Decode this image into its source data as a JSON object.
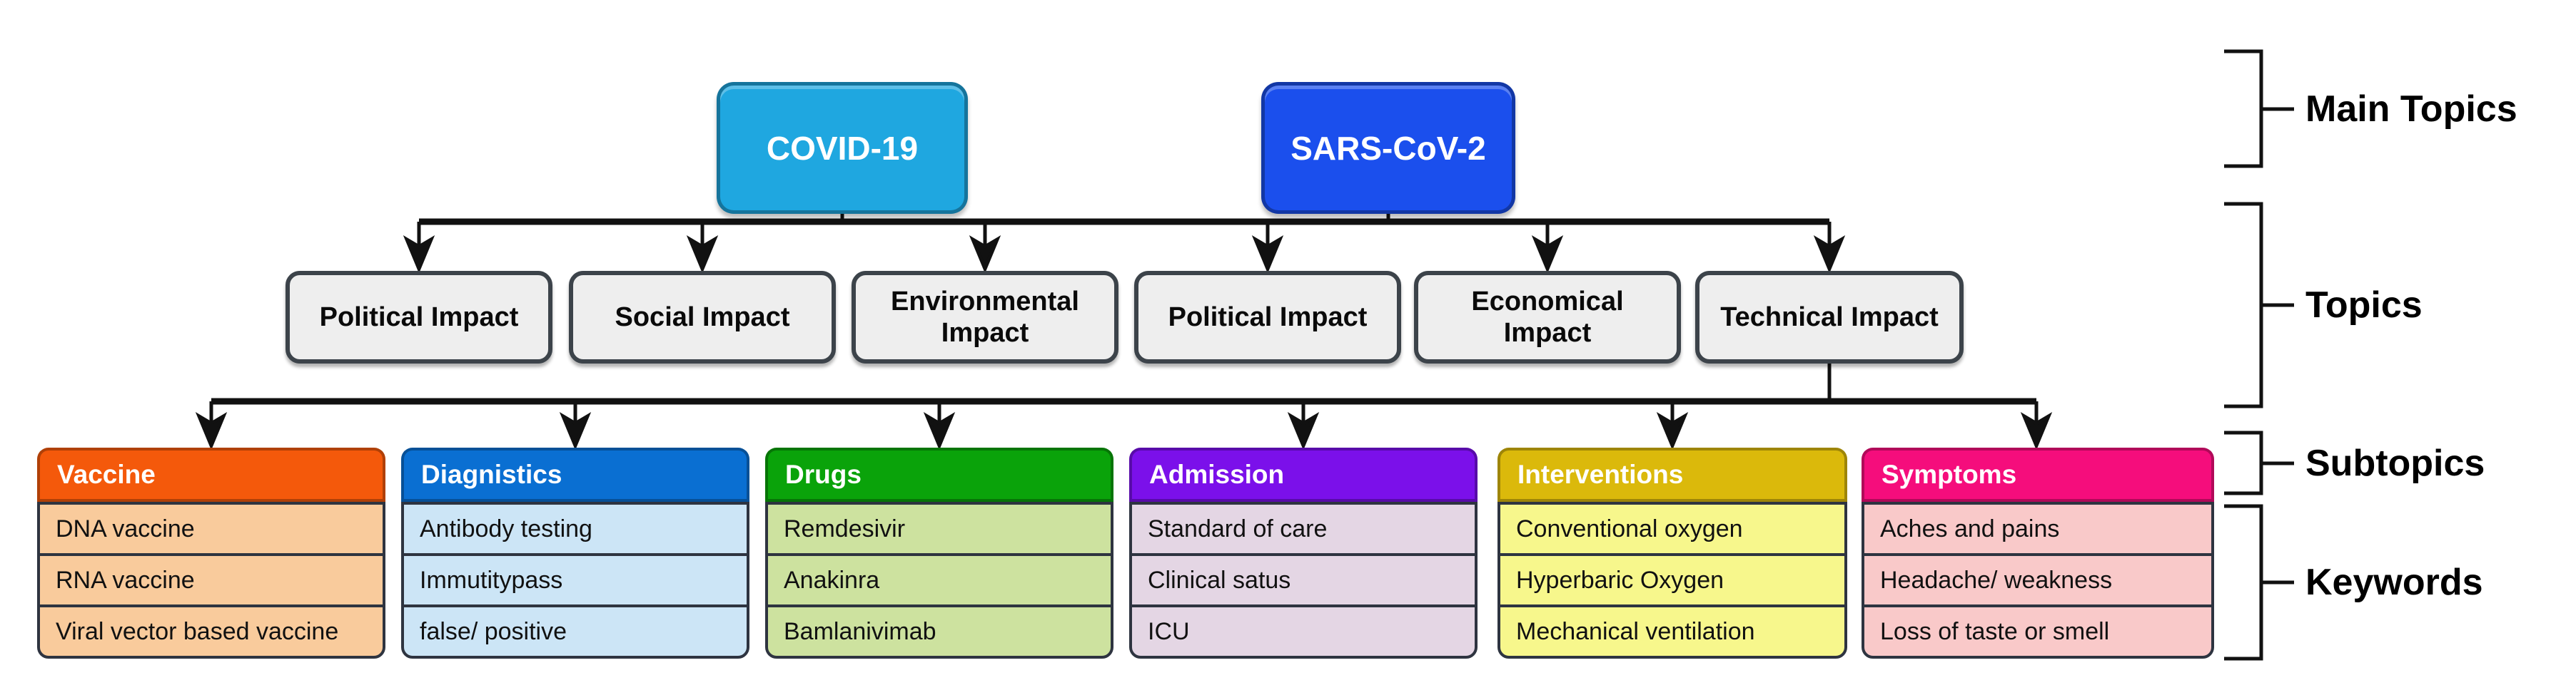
{
  "diagram": {
    "main_topics": [
      {
        "label": "COVID-19",
        "fill": "#1FA7E0"
      },
      {
        "label": "SARS-CoV-2",
        "fill": "#1B4FED"
      }
    ],
    "topics": [
      "Political Impact",
      "Social Impact",
      "Environmental Impact",
      "Political Impact",
      "Economical Impact",
      "Technical Impact"
    ],
    "subtopics": [
      {
        "title": "Vaccine",
        "header_color": "#F4590B",
        "row_color": "#F9CB9C",
        "keywords": [
          "DNA vaccine",
          "RNA vaccine",
          "Viral vector based vaccine"
        ]
      },
      {
        "title": "Diagnistics",
        "header_color": "#0A6FD2",
        "row_color": "#CCE5F6",
        "keywords": [
          "Antibody testing",
          "Immutitypass",
          "false/ positive"
        ]
      },
      {
        "title": "Drugs",
        "header_color": "#0AA30A",
        "row_color": "#CDE29F",
        "keywords": [
          "Remdesivir",
          "Anakinra",
          "Bamlanivimab"
        ]
      },
      {
        "title": "Admission",
        "header_color": "#7B10EA",
        "row_color": "#E4D6E4",
        "keywords": [
          "Standard of care",
          "Clinical satus",
          "ICU"
        ]
      },
      {
        "title": "Interventions",
        "header_color": "#DBB90B",
        "row_color": "#F7F78C",
        "keywords": [
          "Conventional oxygen",
          "Hyperbaric Oxygen",
          "Mechanical ventilation"
        ]
      },
      {
        "title": "Symptoms",
        "header_color": "#F50D7C",
        "row_color": "#F9C9C9",
        "keywords": [
          "Aches and pains",
          "Headache/ weakness",
          "Loss of taste or smell"
        ]
      }
    ],
    "legend": {
      "labels": [
        "Main Topics",
        "Topics",
        "Subtopics",
        "Keywords"
      ]
    },
    "connector_color": "#111111"
  }
}
